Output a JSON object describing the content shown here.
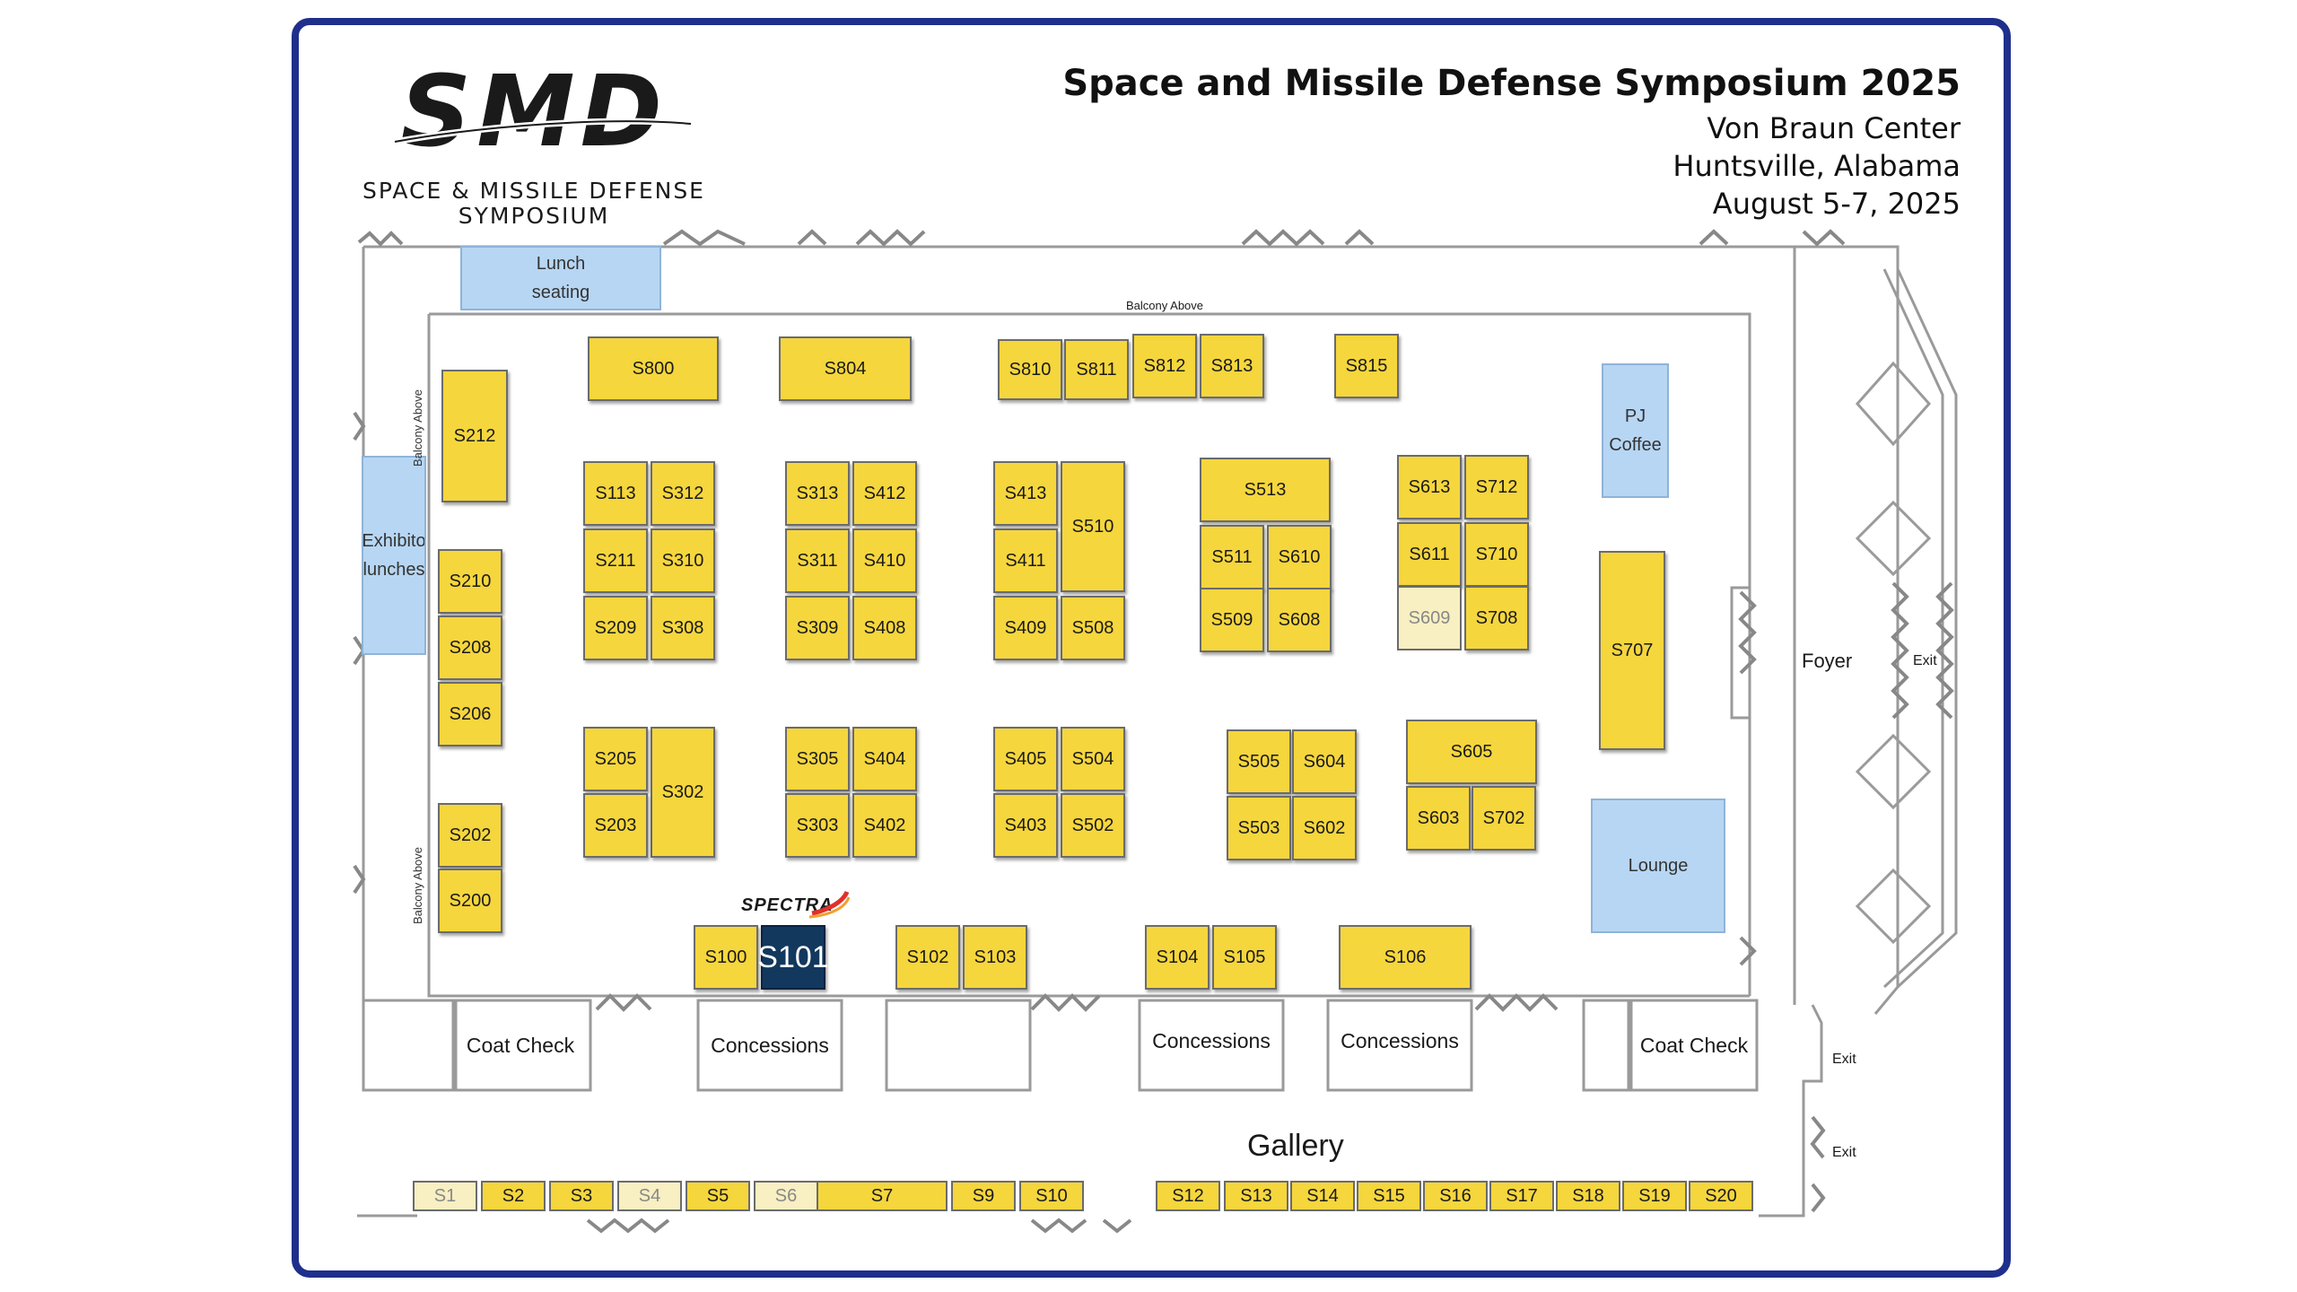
{
  "header": {
    "title": "Space and Missile Defense Symposium 2025",
    "venue": "Von Braun Center",
    "city": "Huntsville, Alabama",
    "dates": "August 5-7, 2025"
  },
  "logo": {
    "mark": "SMD",
    "line1": "SPACE & MISSILE DEFENSE",
    "line2": "SYMPOSIUM"
  },
  "sponsor_logo": "SPECTRA",
  "colors": {
    "booth": "#f5d63d",
    "booth_available": "#f8efc2",
    "featured_booth": "#12385e",
    "amenity": "#b7d6f3",
    "frame": "#1f2f8c"
  },
  "amenities": {
    "lunch_seating": "Lunch\nseating",
    "exhibitor_lunches": "Exhibito\nlunches",
    "pj_coffee": "PJ Coffee",
    "lounge": "Lounge"
  },
  "rooms": {
    "coat_check_left": "Coat Check",
    "concessions_1": "Concessions",
    "concessions_2": "Concessions",
    "concessions_3": "Concessions",
    "coat_check_right": "Coat Check"
  },
  "labels": {
    "balcony_above_top": "Balcony Above",
    "balcony_above_left1": "Balcony Above",
    "balcony_above_left2": "Balcony Above",
    "foyer": "Foyer",
    "gallery": "Gallery",
    "exit_1": "Exit",
    "exit_2": "Exit",
    "exit_3": "Exit"
  },
  "booths": [
    {
      "id": "S800"
    },
    {
      "id": "S804"
    },
    {
      "id": "S810"
    },
    {
      "id": "S811"
    },
    {
      "id": "S812"
    },
    {
      "id": "S813"
    },
    {
      "id": "S815"
    },
    {
      "id": "S212"
    },
    {
      "id": "S113"
    },
    {
      "id": "S312"
    },
    {
      "id": "S211"
    },
    {
      "id": "S310"
    },
    {
      "id": "S209"
    },
    {
      "id": "S308"
    },
    {
      "id": "S313"
    },
    {
      "id": "S412"
    },
    {
      "id": "S311"
    },
    {
      "id": "S410"
    },
    {
      "id": "S309"
    },
    {
      "id": "S408"
    },
    {
      "id": "S413"
    },
    {
      "id": "S510"
    },
    {
      "id": "S411"
    },
    {
      "id": "S409"
    },
    {
      "id": "S508"
    },
    {
      "id": "S513"
    },
    {
      "id": "S511"
    },
    {
      "id": "S610"
    },
    {
      "id": "S509"
    },
    {
      "id": "S608"
    },
    {
      "id": "S613"
    },
    {
      "id": "S712"
    },
    {
      "id": "S611"
    },
    {
      "id": "S710"
    },
    {
      "id": "S609",
      "available": true
    },
    {
      "id": "S708"
    },
    {
      "id": "S707"
    },
    {
      "id": "S210"
    },
    {
      "id": "S208"
    },
    {
      "id": "S206"
    },
    {
      "id": "S205"
    },
    {
      "id": "S302"
    },
    {
      "id": "S203"
    },
    {
      "id": "S305"
    },
    {
      "id": "S404"
    },
    {
      "id": "S303"
    },
    {
      "id": "S402"
    },
    {
      "id": "S405"
    },
    {
      "id": "S504"
    },
    {
      "id": "S403"
    },
    {
      "id": "S502"
    },
    {
      "id": "S505"
    },
    {
      "id": "S604"
    },
    {
      "id": "S503"
    },
    {
      "id": "S602"
    },
    {
      "id": "S605"
    },
    {
      "id": "S603"
    },
    {
      "id": "S702"
    },
    {
      "id": "S202"
    },
    {
      "id": "S200"
    },
    {
      "id": "S100"
    },
    {
      "id": "S101",
      "featured": true
    },
    {
      "id": "S102"
    },
    {
      "id": "S103"
    },
    {
      "id": "S104"
    },
    {
      "id": "S105"
    },
    {
      "id": "S106"
    }
  ],
  "gallery_booths": [
    {
      "id": "S1",
      "available": true
    },
    {
      "id": "S2"
    },
    {
      "id": "S3"
    },
    {
      "id": "S4",
      "available": true
    },
    {
      "id": "S5"
    },
    {
      "id": "S6",
      "available": true
    },
    {
      "id": "S7"
    },
    {
      "id": "S9"
    },
    {
      "id": "S10"
    },
    {
      "id": "S12"
    },
    {
      "id": "S13"
    },
    {
      "id": "S14"
    },
    {
      "id": "S15"
    },
    {
      "id": "S16"
    },
    {
      "id": "S17"
    },
    {
      "id": "S18"
    },
    {
      "id": "S19"
    },
    {
      "id": "S20"
    }
  ]
}
